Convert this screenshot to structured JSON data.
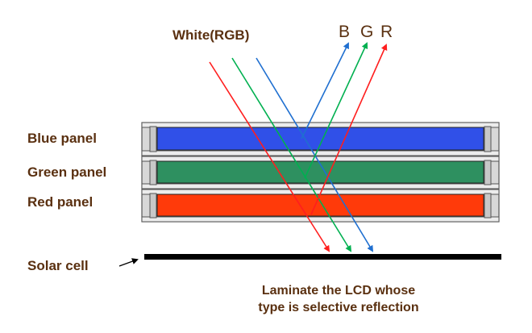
{
  "labels": {
    "white": "White(RGB)",
    "b": "B",
    "g": "G",
    "r": "R",
    "blue_panel": "Blue panel",
    "green_panel": "Green panel",
    "red_panel": "Red panel",
    "solar_cell": "Solar cell"
  },
  "caption": {
    "line1": "Laminate the LCD whose",
    "line2": "type is selective reflection"
  },
  "colors": {
    "text": "#5a3010",
    "blue_panel": "#3050e8",
    "green_panel": "#2e9060",
    "red_panel": "#ff3a0a",
    "frame": "#d8d8d8",
    "solar_cell": "#000000",
    "ray_red": "#ff1e1e",
    "ray_green": "#00b050",
    "ray_blue": "#1f6fd0"
  }
}
